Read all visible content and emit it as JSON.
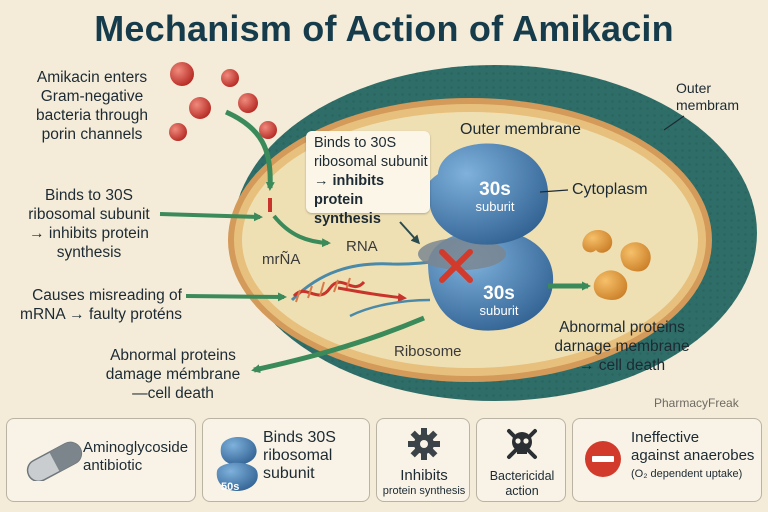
{
  "title": "Mechanism of Action of Amikacin",
  "left_labels": {
    "enters": [
      "Amikacin enters",
      "Gram-negative",
      "bacteria through",
      "porin channels"
    ],
    "binds": [
      "Binds to 30S",
      "ribosomal subunit",
      "→ inhibits protein",
      "synthesis"
    ],
    "misreading": [
      "Causes misreading of",
      "mRNA → faulty proténs"
    ],
    "abnormal": [
      "Abnormal proteins",
      "damage mémbrane",
      "—cell death"
    ]
  },
  "cell_labels": {
    "outer_membrane_corner": [
      "Outer",
      "membram"
    ],
    "outer_membrane": "Outer membrane",
    "cytoplasm": "Cytoplasm",
    "mrna": "mrÑA",
    "rna": "RNA",
    "ribosome": "Ribosome",
    "bubble": [
      "Binds to 30S",
      "ribosomal subunit",
      "→ inhibits",
      "protein synthesis"
    ],
    "upper_subunit": {
      "big": "30s",
      "small": "suburit"
    },
    "lower_subunit": {
      "big": "30s",
      "small": "suburit"
    },
    "right_effect": [
      "Abnormal proteins",
      "darnage membrane",
      "→ cell death"
    ]
  },
  "watermark": "PharmacyFreak",
  "bottom_boxes": {
    "antibiotic": [
      "Aminoglycoside",
      "antibiotic"
    ],
    "binding": {
      "lines": [
        "Binds 30S",
        "ribosomal",
        "subunit"
      ],
      "icon_text": "50s"
    },
    "inhibits": {
      "title": "Inhibits",
      "sub": "protein synthesis"
    },
    "bactericidal": [
      "Bactericidal",
      "action"
    ],
    "anaerobes": {
      "lines": [
        "Ineffective",
        "against anaerobes"
      ],
      "note": "(O₂ dependent uptake)"
    }
  },
  "colors": {
    "title": "#163c4c",
    "outer_wall": "#2f6e68",
    "cytoplasm": "#efe0b4",
    "ribosome": "#3f74a6",
    "arrow": "#3b8a5a",
    "drug": "#c8342c",
    "protein": "#e0952f",
    "x_mark": "#d23b2c"
  }
}
